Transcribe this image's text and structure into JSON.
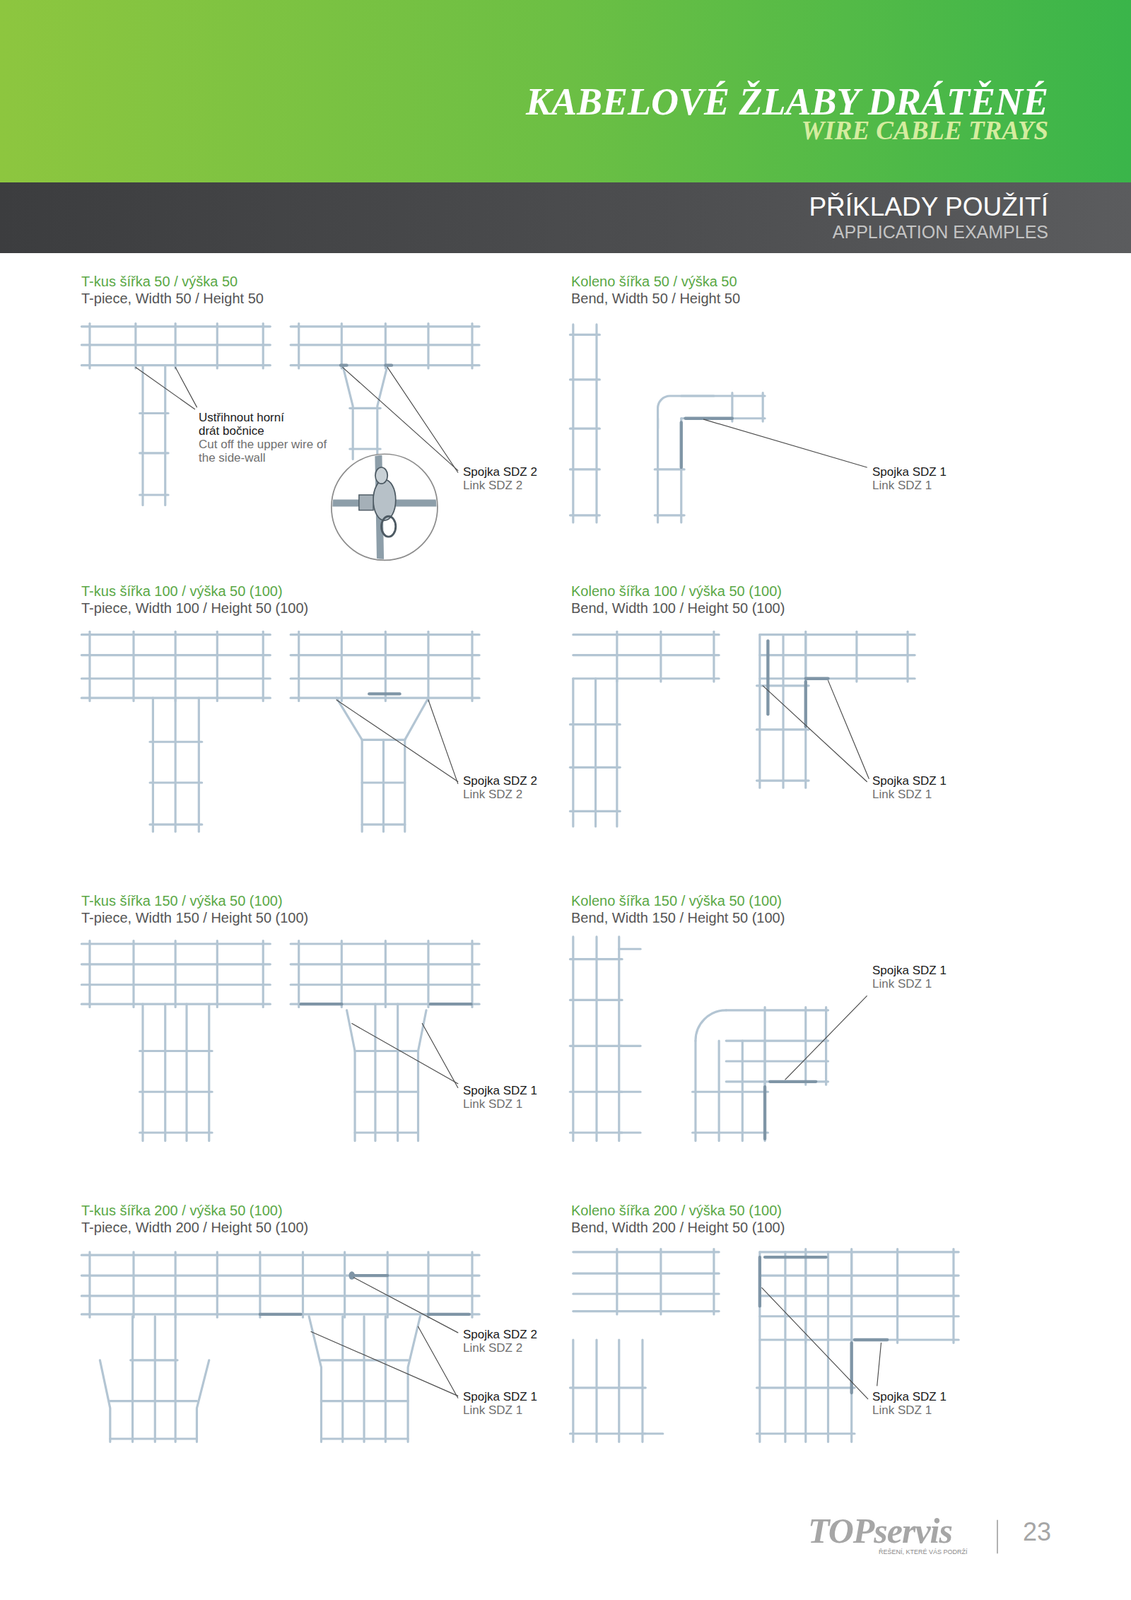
{
  "diagram": {
    "nodes": [
      {
        "text": [
          "KABELOVÉ ŽLABY DRÁTĚNÉ",
          "WIRE CABLE TRAYS"
        ]
      },
      {
        "text": [
          "PŘÍKLADY POUŽITÍ",
          "APPLICATION EXAMPLES"
        ]
      }
    ],
    "labels": [
      "T-kus šířka 50 / výška 50",
      "T-piece, Width 50 / Height 50",
      "Koleno šířka 50 / výška 50",
      "Bend, Width 50 / Height 50",
      "Ustřihnout horní drát bočnice",
      "Cut off the upper wire of the side-wall",
      "Spojka SDZ 2",
      "Link SDZ 2",
      "Spojka SDZ 1",
      "Link SDZ 1",
      "T-kus šířka 100 / výška 50 (100)",
      "T-piece, Width 100 / Height 50 (100)",
      "Koleno šířka 100 / výška 50 (100)",
      "Bend, Width 100 / Height 50 (100)",
      "Spojka SDZ 2",
      "Link SDZ 2",
      "Spojka SDZ 1",
      "Link SDZ 1",
      "T-kus šířka 150 / výška 50 (100)",
      "T-piece, Width 150 / Height 50 (100)",
      "Koleno šířka 150 / výška 50 (100)",
      "Bend, Width 150 / Height 50 (100)",
      "Spojka SDZ 1",
      "Link SDZ 1",
      "Spojka SDZ 1",
      "Link SDZ 1",
      "T-kus šířka 200 / výška 50 (100)",
      "T-piece, Width 200 / Height 50 (100)",
      "Koleno šířka 200 / výška 50 (100)",
      "Bend, Width 200 / Height 50 (100)",
      "Spojka SDZ 2",
      "Link SDZ 2",
      "Spojka SDZ 1",
      "Link SDZ 1",
      "Spojka SDZ 1",
      "Link SDZ 1",
      "TOPservis",
      "ŘEŠENÍ, KTERÉ VÁS PODRŽÍ",
      "23"
    ]
  }
}
